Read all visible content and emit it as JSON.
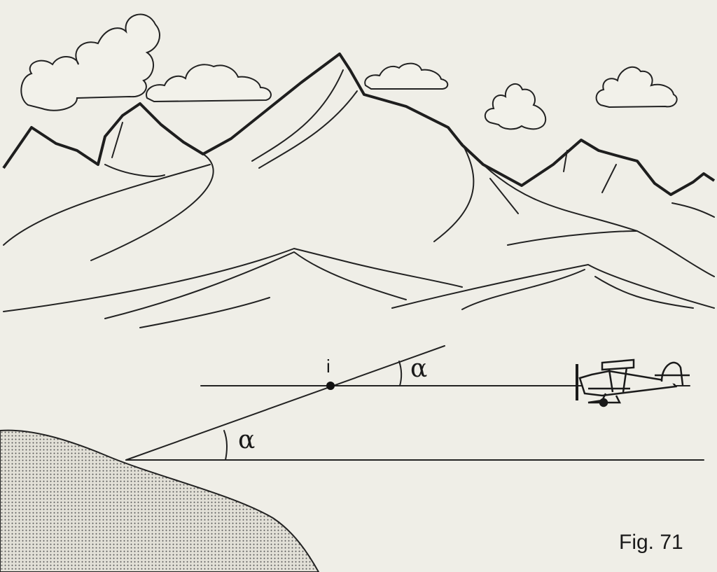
{
  "figure": {
    "caption": "Fig. 71",
    "point_label": "i",
    "angle_label_upper": "α",
    "angle_label_lower": "α"
  },
  "colors": {
    "background": "#efeee7",
    "ink": "#222222"
  }
}
